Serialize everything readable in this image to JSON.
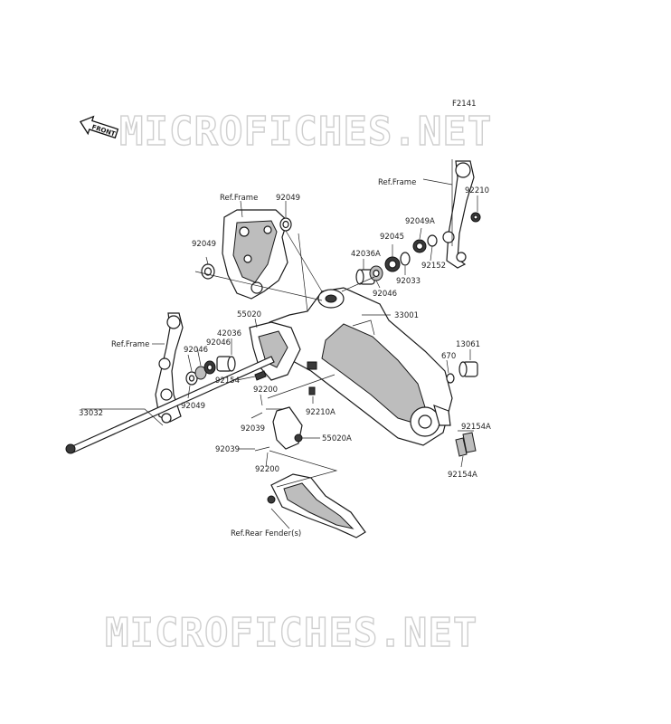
{
  "diagram_code": "F2141",
  "watermark": "MICROFICHES.NET",
  "front_badge": "FRONT",
  "labels": {
    "ref_frame_top": "Ref.Frame",
    "ref_frame_left": "Ref.Frame",
    "ref_frame_right": "Ref.Frame",
    "ref_rear_fender": "Ref.Rear Fender(s)",
    "p92049_top": "92049",
    "p92049_left": "92049",
    "p92049_bottom": "92049",
    "p92210": "92210",
    "p92049A": "92049A",
    "p92045": "92045",
    "p42036A": "42036A",
    "p92152": "92152",
    "p92033": "92033",
    "p92046_right": "92046",
    "p33001": "33001",
    "p55020": "55020",
    "p42036": "42036",
    "p92046_left1": "92046",
    "p92046_left2": "92046",
    "p92154": "92154",
    "p92200_top": "92200",
    "p92210A": "92210A",
    "p92039_top": "92039",
    "p92039_bottom": "92039",
    "p92200_bottom": "92200",
    "p55020A": "55020A",
    "p33032": "33032",
    "p13061": "13061",
    "p670": "670",
    "p92154A_top": "92154A",
    "p92154A_bottom": "92154A"
  }
}
